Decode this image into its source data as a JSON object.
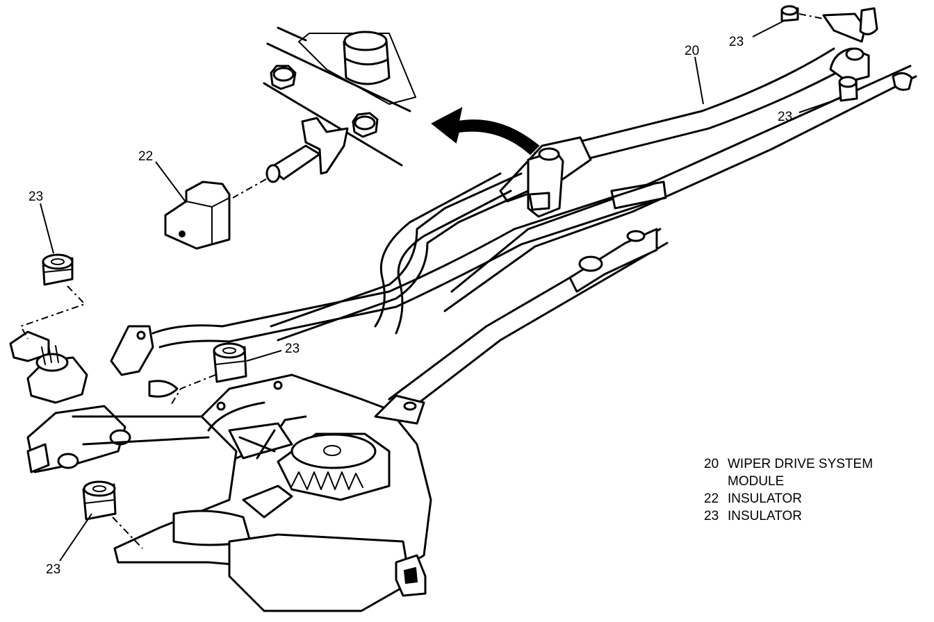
{
  "callouts": {
    "c20": "20",
    "c22": "22",
    "c23_top": "23",
    "c23_right": "23",
    "c23_left": "23",
    "c23_mid": "23",
    "c23_bottom": "23"
  },
  "legend": [
    {
      "num": "20",
      "text": "WIPER DRIVE SYSTEM",
      "cont": "MODULE"
    },
    {
      "num": "22",
      "text": "INSULATOR"
    },
    {
      "num": "23",
      "text": "INSULATOR"
    }
  ],
  "colors": {
    "ink": "#000000",
    "paper": "#ffffff"
  }
}
